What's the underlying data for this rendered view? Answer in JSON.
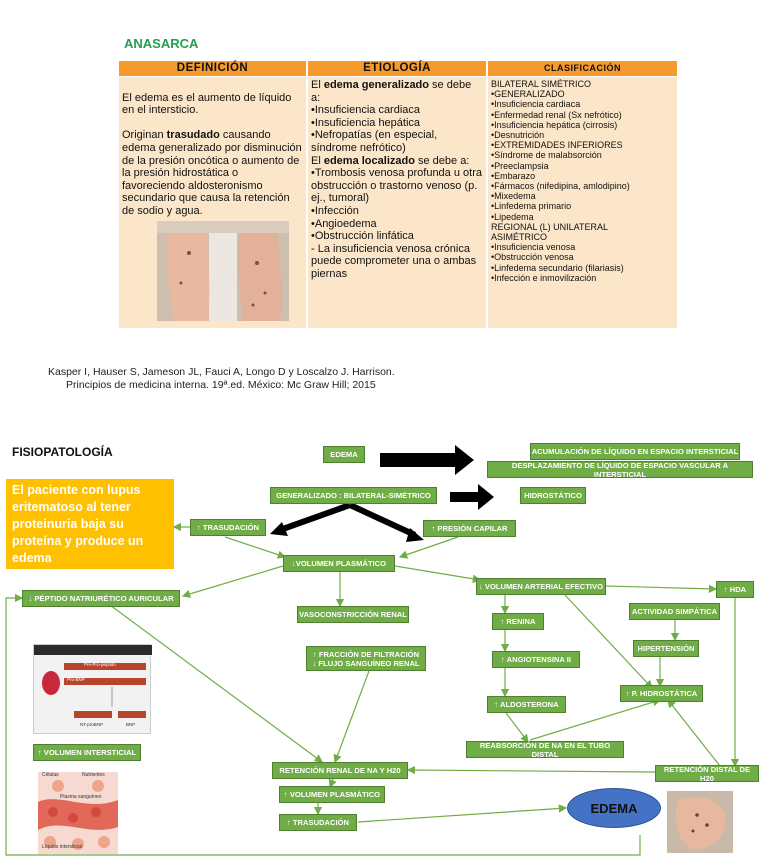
{
  "header": {
    "title": "ANASARCA"
  },
  "table": {
    "headers": [
      "DEFINICIÓN",
      "ETIOLOGÍA",
      "CLASIFICACIÓN"
    ],
    "definicion": {
      "p1": "El edema es el aumento de líquido en el intersticio.",
      "p2a": "Originan ",
      "p2b": "trasudado",
      "p2c": " causando edema generalizado por disminución de la presión oncótica o aumento de la presión hidrostática o favoreciendo aldosteronismo secundario que causa la retención de sodio y agua."
    },
    "etiologia": {
      "g_pre": "El ",
      "g_bold": "edema generalizado",
      "g_post": " se debe a:",
      "g_items": "•Insuficiencia cardiaca\n•Insuficiencia hepática\n•Nefropatías (en especial, síndrome nefrótico)",
      "l_pre": "El ",
      "l_bold": "edema localizado",
      "l_post": " se debe a:",
      "l_items": "•Trombosis venosa profunda u otra obstrucción o trastorno venoso (p. ej., tumoral)\n•Infección\n•Angioedema\n•Obstrucción linfática\n- La insuficiencia venosa crónica puede comprometer una o ambas piernas"
    },
    "clasificacion": "BILATERAL SIMÉTRICO\n•GENERALIZADO\n•Insuficiencia cardiaca\n•Enfermedad renal (Sx nefrótico)\n•Insuficiencia hepática (cirrosis)\n•Desnutrición\n•EXTREMIDADES INFERIORES\n•Síndrome de malabsorción\n•Preeclampsia\n•Embarazo\n•Fármacos (nifedipina, amlodipino)\n•Mixedema\n•Linfedema primario\n•Lipedema\nREGIONAL (L) UNILATERAL\nASIMÉTRICO\n•Insuficiencia venosa\n•Obstrucción venosa\n•Linfedema secundario (filariasis)\n•Infección e inmovilización"
  },
  "reference": {
    "line1": "Kasper I, Hauser S, Jameson JL, Fauci A, Longo D y Loscalzo J. Harrison.",
    "line2": "Principios de medicina interna. 19ª.ed. México: Mc Graw Hill; 2015"
  },
  "section": {
    "title": "FISIOPATOLOGÍA"
  },
  "callout": "El paciente con lupus eritematoso al tener proteinuria baja su proteína y produce un edema",
  "nodes": {
    "edema": "EDEMA",
    "acumulacion": "ACUMULACIÓN DE LÍQUIDO EN ESPACIO INTERSTICIAL",
    "desplazamiento": "DESPLAZAMIENTO DE LÍQUIDO DE ESPACIO VASCULAR A INTERSTICIAL",
    "generalizado": "GENERALIZADO : BILATERAL-SIMÉTRICO",
    "hidrostatico": "HIDROSTÁTICO",
    "trasudacion": "↑ TRASUDACIÓN",
    "presion_capilar": "↑ PRESIÓN CAPILAR",
    "vol_plasmatico": "↓VOLUMEN PLASMÁTICO",
    "peptido": "↓ PÉPTIDO NATRIURÉTICO AURICULAR",
    "vol_arterial": "↓ VOLUMEN ARTERIAL EFECTIVO",
    "hda": "↑ HDA",
    "vasoconstriccion": "VASOCONSTRICCIÓN RENAL",
    "actividad_simpatica": "ACTIVIDAD SIMPÁTICA",
    "renina": "↑ RENINA",
    "filtracion": "↑ FRACCIÓN DE FILTRACIÓN\n↓ FLUJO SANGUÍNEO RENAL",
    "hipertension": "HIPERTENSIÓN",
    "angiotensina": "↑ ANGIOTENSINA II",
    "p_hidrostatica": "↑ P. HIDROSTÁTICA",
    "aldosterona": "↑ ALDOSTERONA",
    "vol_intersticial": "↑ VOLUMEN INTERSTICIAL",
    "reabsorcion": "REABSORCIÓN DE NA EN EL TUBO DISTAL",
    "retencion_renal": "RETENCIÓN RENAL DE NA Y H20",
    "retencion_distal": "RETENCIÓN DISTAL DE H20",
    "vol_plasmatico2": "↑ VOLUMEN PLASMÁTICO",
    "trasudacion2": "↑ TRASUDACIÓN",
    "edema_final": "EDEMA"
  },
  "bnp_figure": {
    "bar1": "Pre-Pro-péptido",
    "bar2": "Pro-BNP",
    "label_left": "NT-proBNP",
    "label_right": "BNP"
  },
  "cell_figure": {
    "l1": "Células",
    "l2": "Nutrientes",
    "l3": "Plasma sanguíneo",
    "l4": "Líquido intersticial"
  },
  "colors": {
    "title_green": "#20a050",
    "table_header": "#f79a2e",
    "table_body": "#fce6c9",
    "node_green": "#70ad47",
    "callout_yellow": "#ffc000",
    "ellipse_blue": "#4472c4"
  }
}
